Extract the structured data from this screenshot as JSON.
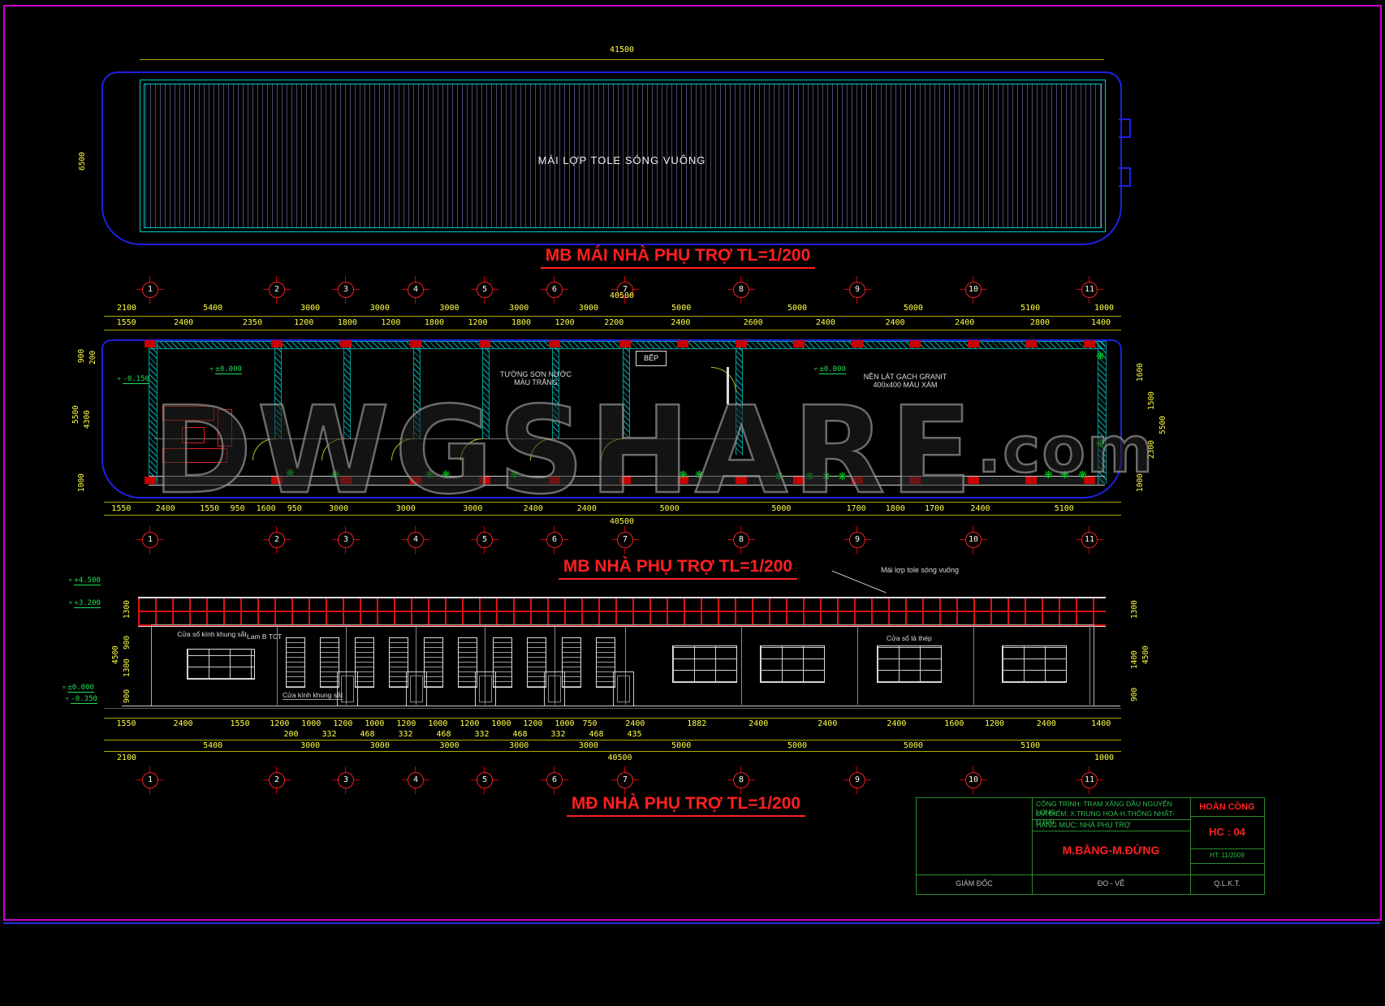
{
  "icons": {
    "plant": "❋",
    "level_flag": "▿"
  },
  "colors": {
    "frame": "#cc00cc",
    "dims": "#ffff44",
    "axis_marker": "#cc0000",
    "outline": "#2020e0",
    "wall_hatch": "#00d2d2",
    "title": "#ff2020",
    "plants": "#00cc22",
    "levels": "#22dd55",
    "roof_tiles": "#dd1111"
  },
  "watermark": {
    "text": "DWGSHARE",
    "suffix": ".com"
  },
  "roof_plan": {
    "title": "MB MÁI NHÀ PHỤ TRỢ TL=1/200",
    "label": "MÁI LỢP TOLE SÓNG VUÔNG",
    "dim_width": "41500",
    "dim_height": "6500"
  },
  "floor_plan": {
    "title": "MB NHÀ PHỤ TRỢ TL=1/200",
    "grid_labels": [
      "1",
      "2",
      "3",
      "4",
      "5",
      "6",
      "7",
      "8",
      "9",
      "10",
      "11"
    ],
    "dim_total_top": "40500",
    "dim_total_bottom": "40500",
    "dim_left_edge": "2100",
    "dim_right_edge": "1000",
    "dims_axis": [
      "5400",
      "3000",
      "3000",
      "3000",
      "3000",
      "3000",
      "5000",
      "5000",
      "5000",
      "5100"
    ],
    "dims_detail_top": [
      "1550",
      "2400",
      "2350",
      "1200",
      "1800",
      "1200",
      "1800",
      "1200",
      "1800",
      "1200",
      "2200",
      "2400",
      "2600",
      "2400",
      "2400",
      "2400",
      "2800",
      "1400"
    ],
    "dims_detail_bottom": [
      "1550",
      "2400",
      "1550",
      "950",
      "1600",
      "950",
      "3000",
      "3000",
      "3000",
      "2400",
      "2400",
      "5000",
      "5000",
      "1700",
      "1800",
      "1700",
      "2400",
      "5100"
    ],
    "dims_left": [
      "900",
      "200",
      "5500",
      "4300",
      "1000"
    ],
    "dims_right": [
      "1600",
      "1500",
      "5500",
      "2300",
      "1000"
    ],
    "note_wall_line1": "TƯỜNG SƠN NƯỚC",
    "note_wall_line2": "MÀU TRẮNG",
    "note_floor_line1": "NỀN LÁT GẠCH GRANIT",
    "note_floor_line2": "400x400 MÀU XÁM",
    "label_kitchen": "BẾP",
    "level_a": "±0.000",
    "level_b": "±0.000",
    "level_c": "-0.150"
  },
  "elevation": {
    "title": "MĐ NHÀ PHỤ TRỢ TL=1/200",
    "note_roof": "Mái lợp tole sóng vuông",
    "label_window_glass": "Cửa sổ kính khung sắt",
    "label_lam": "Lam B TCT",
    "label_door_glass": "Cửa kính khung sắt",
    "label_window_steel": "Cửa sổ lá thép",
    "levels": [
      "+4.500",
      "+3.200",
      "±0.000",
      "-0.350"
    ],
    "dims_left": [
      "1300",
      "900",
      "1300",
      "900",
      "4500"
    ],
    "dims_right": [
      "1300",
      "1400",
      "900",
      "4500"
    ],
    "dims_detail": [
      "1550",
      "2400",
      "1550",
      "1200",
      "1000",
      "1200",
      "1000",
      "1200",
      "1000",
      "1200",
      "1000",
      "1200",
      "1000",
      "750",
      "2400",
      "1882",
      "2400",
      "2400",
      "2400",
      "1600",
      "1200",
      "2400",
      "1400"
    ],
    "dims_small": [
      "200",
      "332",
      "468",
      "332",
      "468",
      "332",
      "468",
      "332",
      "468",
      "435"
    ],
    "dims_axis": [
      "5400",
      "3000",
      "3000",
      "3000",
      "3000",
      "3000",
      "5000",
      "5000",
      "5000",
      "5100"
    ],
    "dim_total": "40500",
    "dim_left_edge": "2100",
    "dim_right_edge": "1000",
    "grid_labels": [
      "1",
      "2",
      "3",
      "4",
      "5",
      "6",
      "7",
      "8",
      "9",
      "10",
      "11"
    ]
  },
  "title_block": {
    "project": "CÔNG TRÌNH: TRẠM XĂNG DẦU NGUYỄN LONG",
    "location": "ĐỊA ĐIỂM: X.TRUNG HOÀ-H.THỐNG NHẤT-Đ.NAI",
    "item": "HẠNG MỤC: NHÀ PHỤ TRỢ",
    "status": "HOÀN CÔNG",
    "sheet": "HC : 04",
    "drawing": "M.BẰNG-M.ĐỨNG",
    "date": "HT: 11/2009",
    "role_director": "GIÁM ĐỐC",
    "role_draw": "ĐO - VẼ",
    "role_qlkt": "Q.L.K.T."
  }
}
